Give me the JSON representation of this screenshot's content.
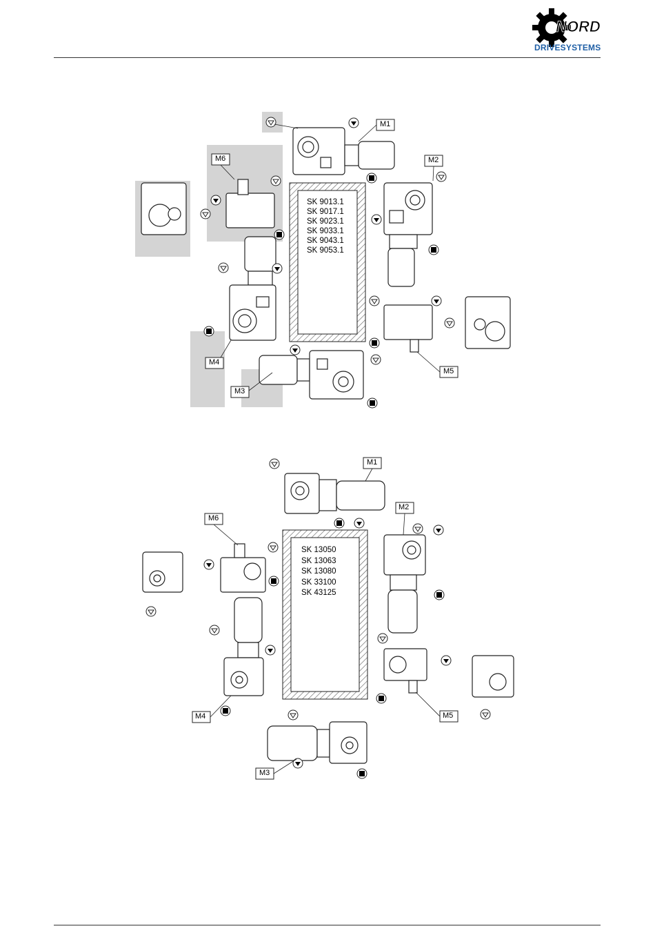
{
  "header": {
    "logo_text": "NORD",
    "logo_subtitle": "DRIVESYSTEMS"
  },
  "figure1": {
    "models": [
      "SK 9013.1",
      "SK 9017.1",
      "SK 9023.1",
      "SK 9033.1",
      "SK 9043.1",
      "SK 9053.1"
    ],
    "labels": {
      "m1": "M1",
      "m2": "M2",
      "m3": "M3",
      "m4": "M4",
      "m5": "M5",
      "m6": "M6"
    }
  },
  "figure2": {
    "models": [
      "SK 13050",
      "SK 13063",
      "SK 13080",
      "SK 33100",
      "SK 43125"
    ],
    "labels": {
      "m1": "M1",
      "m2": "M2",
      "m3": "M3",
      "m4": "M4",
      "m5": "M5",
      "m6": "M6"
    }
  },
  "colors": {
    "brand_blue": "#1f5fa6",
    "line": "#222222",
    "hatch": "#555555"
  }
}
